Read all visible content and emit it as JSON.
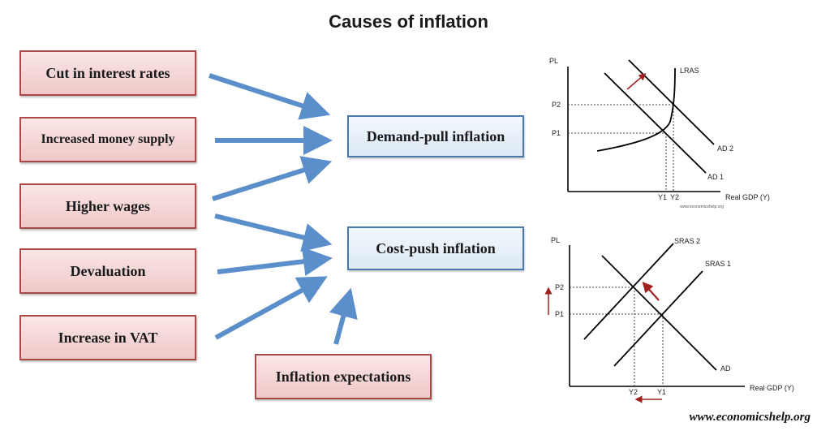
{
  "title": "Causes of inflation",
  "causes": [
    "Cut in interest rates",
    "Increased money supply",
    "Higher wages",
    "Devaluation",
    "Increase in VAT",
    "Inflation expectations"
  ],
  "effects": {
    "demand_pull": "Demand-pull inflation",
    "cost_push": "Cost-push inflation"
  },
  "graph1": {
    "y_axis": "PL",
    "x_axis": "Real GDP (Y)",
    "p2": "P2",
    "p1": "P1",
    "y1": "Y1",
    "y2": "Y2",
    "lras": "LRAS",
    "ad2": "AD 2",
    "ad1": "AD 1",
    "watermark": "www.economicshelp.org"
  },
  "graph2": {
    "y_axis": "PL",
    "x_axis": "Real GDP (Y)",
    "p2": "P2",
    "p1": "P1",
    "y2": "Y2",
    "y1": "Y1",
    "sras2": "SRAS 2",
    "sras1": "SRAS 1",
    "ad": "AD"
  },
  "footer": "www.economicshelp.org",
  "colors": {
    "cause_border": "#a8494a",
    "effect_border": "#4a78a8",
    "arrow": "#5b8fcb",
    "shift_arrow": "#a02020"
  }
}
